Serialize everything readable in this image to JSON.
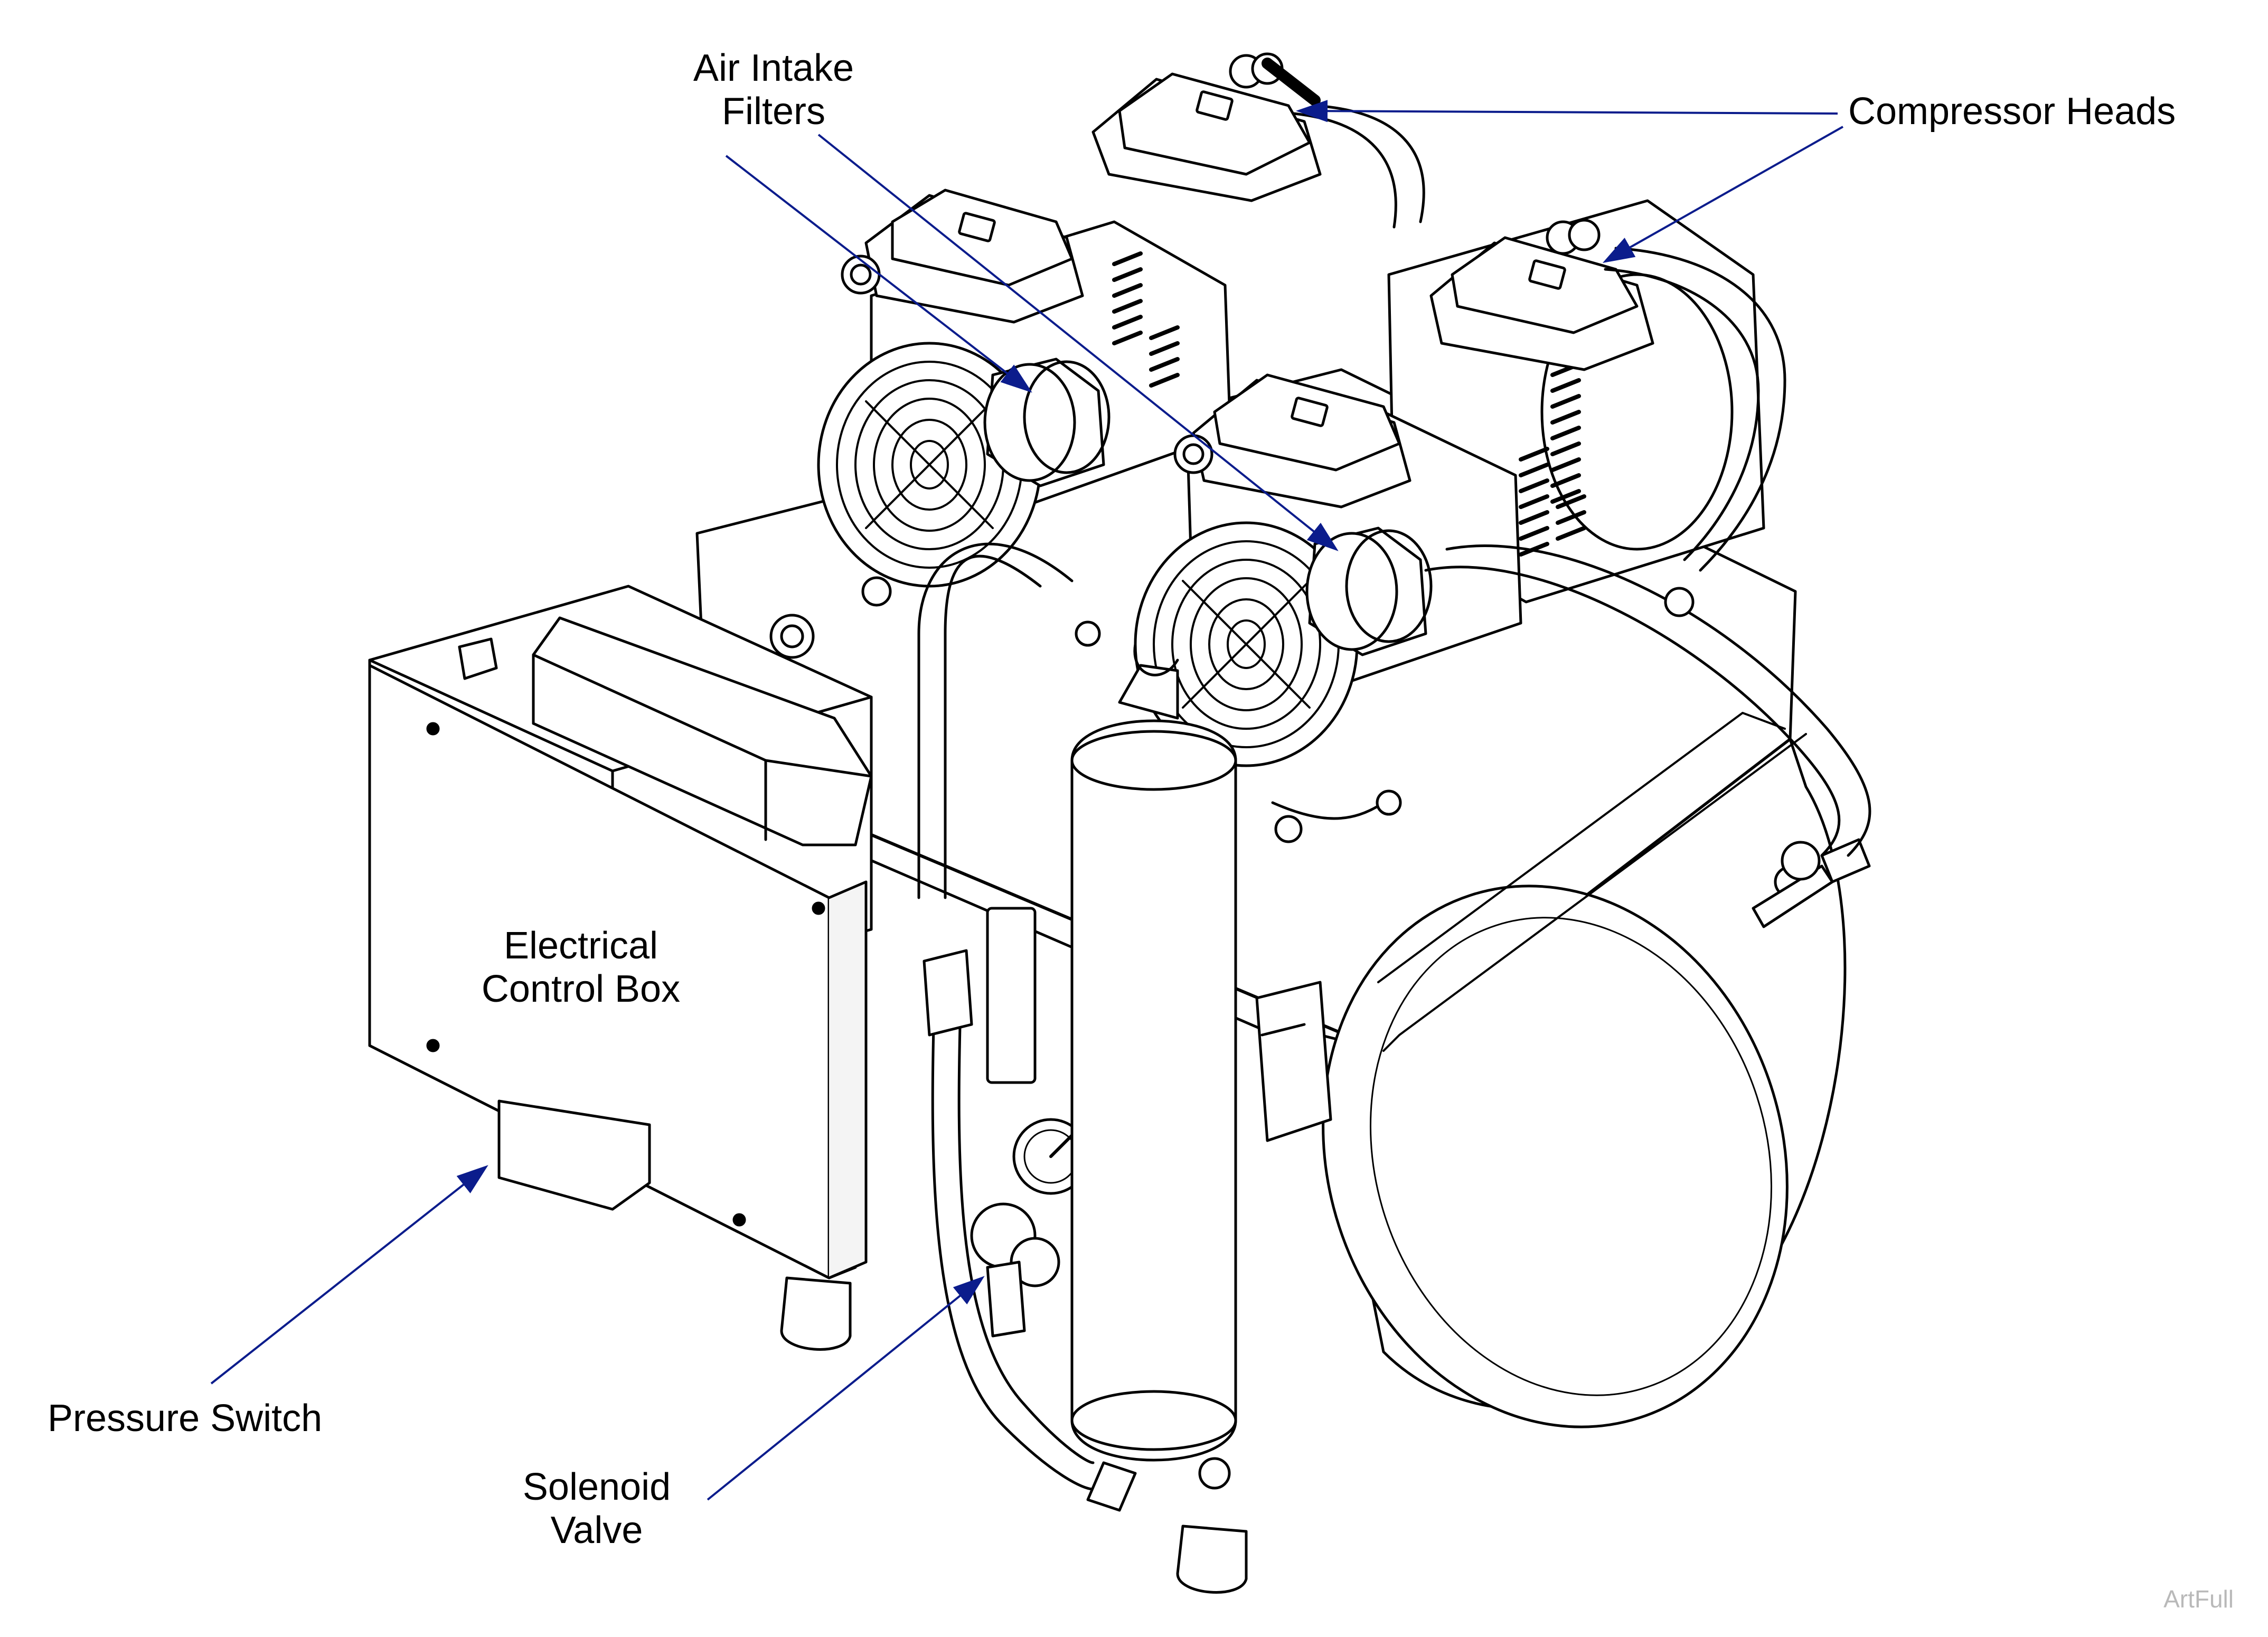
{
  "labels": {
    "air_intake_filters": [
      "Air Intake",
      "Filters"
    ],
    "compressor_heads": "Compressor Heads",
    "electrical_control_box": [
      "Electrical",
      "Control Box"
    ],
    "pressure_switch": "Pressure Switch",
    "solenoid_valve": [
      "Solenoid",
      "Valve"
    ]
  },
  "watermark": "ArtFull",
  "colors": {
    "line_art": "#000000",
    "leader": "#0b1c8c",
    "watermark": "#b9b9b9",
    "background": "#ffffff"
  }
}
